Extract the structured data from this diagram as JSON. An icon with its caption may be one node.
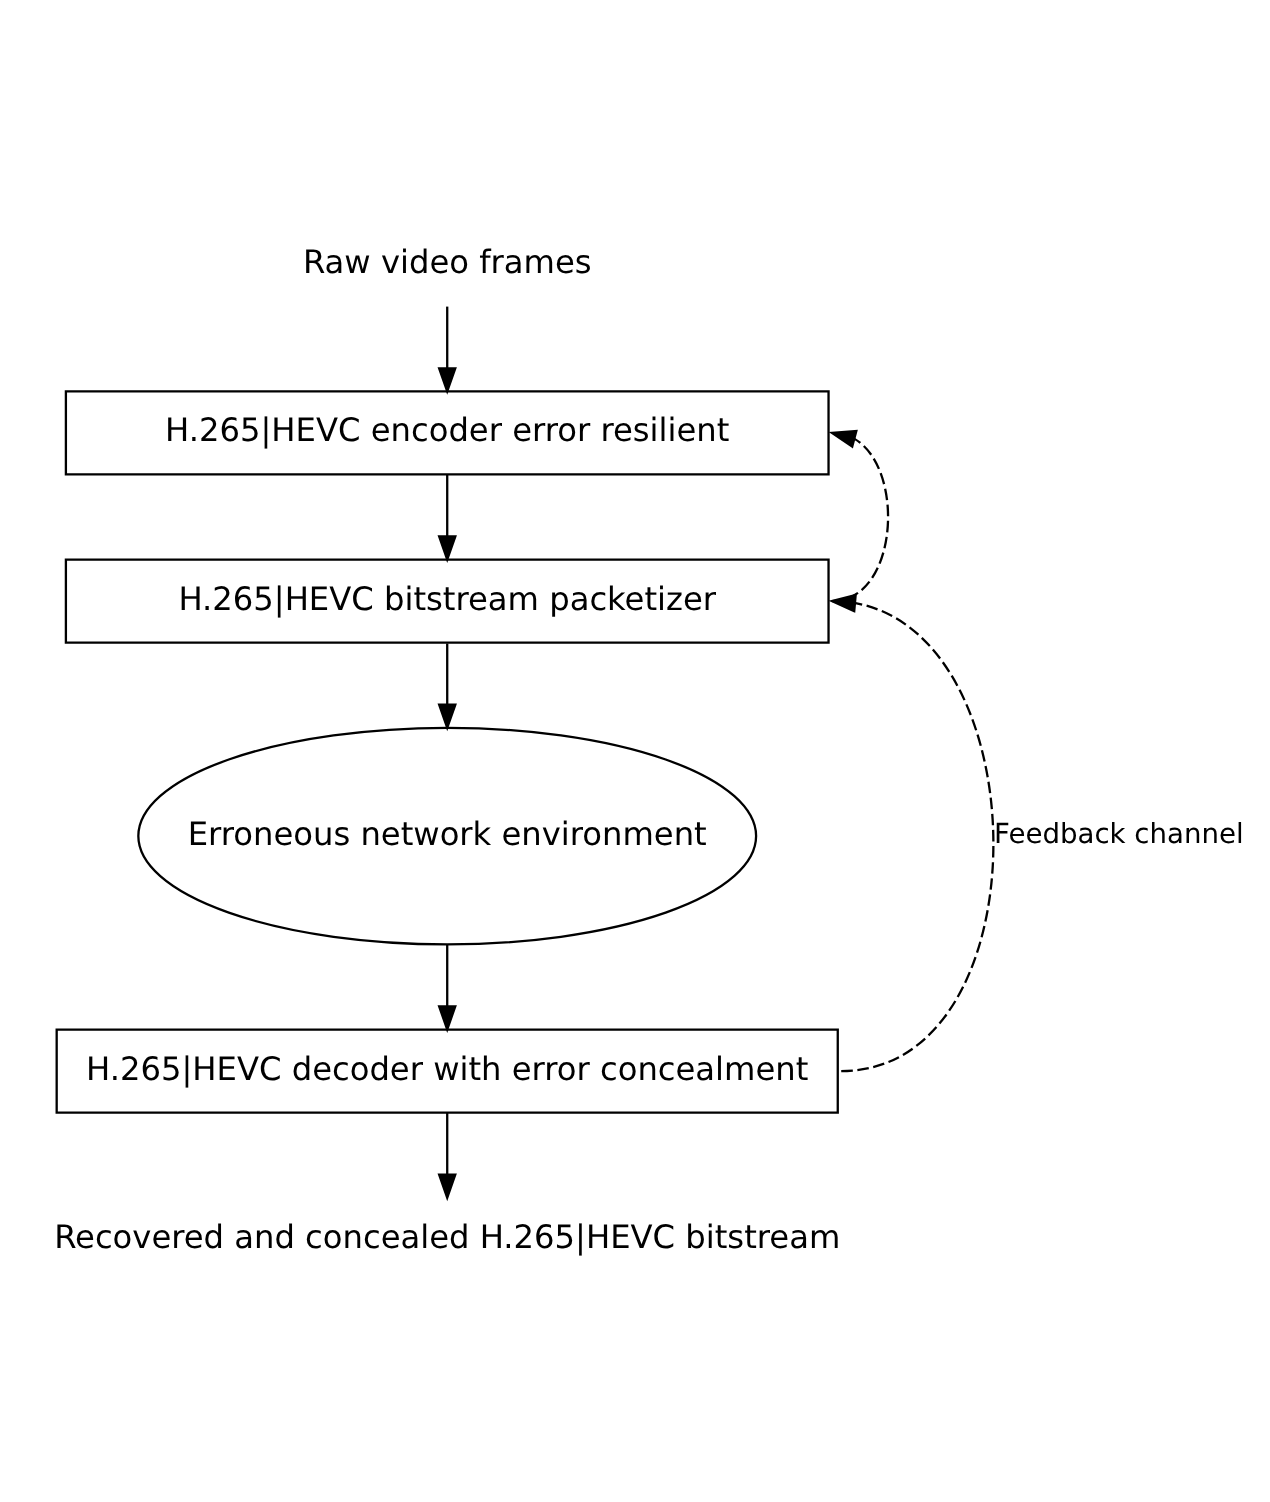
{
  "diagram": {
    "nodes": [
      {
        "text": [
          "Raw video frames"
        ]
      },
      {
        "text": [
          "H.265|HEVC encoder error resilient"
        ]
      },
      {
        "text": [
          "H.265|HEVC bitstream packetizer"
        ]
      },
      {
        "text": [
          "Erroneous network environment"
        ]
      },
      {
        "text": [
          "H.265|HEVC decoder with error concealment"
        ]
      },
      {
        "text": [
          "Recovered and concealed H.265|HEVC bitstream"
        ]
      }
    ],
    "edges": [
      {
        "from": 0,
        "to": 1,
        "arrow": "to"
      },
      {
        "from": 1,
        "to": 2,
        "arrow": "to"
      },
      {
        "from": 2,
        "to": 3,
        "arrow": "to"
      },
      {
        "from": 3,
        "to": 4,
        "arrow": "to"
      },
      {
        "from": 4,
        "to": 5,
        "arrow": "to"
      },
      {
        "from": 4,
        "to": 2,
        "arrow": "to",
        "style": "dashed",
        "label": "Feedback channel"
      },
      {
        "from": 2,
        "to": 1,
        "arrow": "to",
        "style": "dashed"
      }
    ]
  }
}
